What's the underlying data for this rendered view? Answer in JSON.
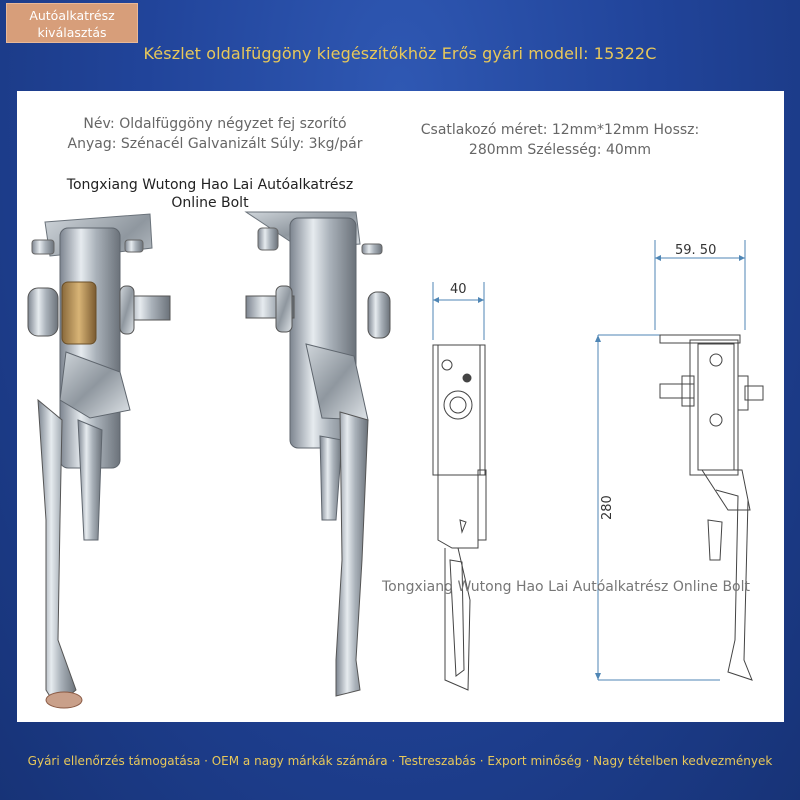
{
  "badge": {
    "line1": "Autóalkatrész",
    "line2": "kiválasztás"
  },
  "header": {
    "title": "Készlet oldalfüggöny kiegészítőkhöz Erős gyári modell: 15322C"
  },
  "specs": {
    "left_line1": "Név: Oldalfüggöny négyzet fej szorító",
    "left_line2": "Anyag: Szénacél Galvanizált Súly: 3kg/pár",
    "right_line1": "Csatlakozó méret: 12mm*12mm Hossz:",
    "right_line2": "280mm Szélesség: 40mm"
  },
  "shop": {
    "top_line1": "Tongxiang Wutong Hao Lai Autóalkatrész",
    "top_line2": "Online Bolt",
    "mid": "Tongxiang Wutong Hao Lai Autóalkatrész Online Bolt"
  },
  "dimensions": {
    "width": "40",
    "offset": "59. 50",
    "length": "280"
  },
  "footer": {
    "text": "Gyári ellenőrzés támogatása · OEM a nagy márkák számára · Testreszabás · Export minőség · Nagy tételben kedvezmények"
  },
  "colors": {
    "background": "#1f3f8f",
    "accent": "#e8c85a",
    "badge": "#d79e7a",
    "dimension_line": "#4f86b5"
  }
}
